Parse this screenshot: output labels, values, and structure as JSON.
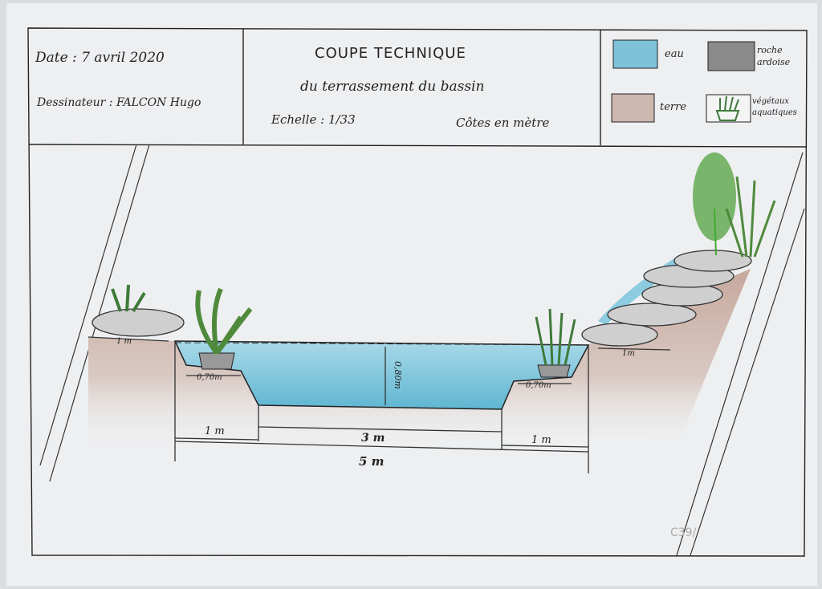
{
  "header": {
    "date_label": "Date : 7 avril 2020",
    "drawer_label": "Dessinateur : FALCON Hugo",
    "title_line1": "COUPE TECHNIQUE",
    "title_line2": "du terrassement du bassin",
    "scale_label": "Echelle : 1/33",
    "units_label": "Côtes en mètre"
  },
  "legend": {
    "items": [
      {
        "label": "eau",
        "color": "#7fc1d8"
      },
      {
        "label": "roche ardoise",
        "color": "#8a8a8a"
      },
      {
        "label": "terre",
        "color": "#cdb8b0"
      },
      {
        "label": "végétaux aquatiques",
        "color": "#3f7a3a"
      }
    ]
  },
  "diagram": {
    "dims": {
      "left_bank": "1 m",
      "right_bank": "1m",
      "left_shelf": "0,70m",
      "right_shelf": "0,70m",
      "depth": "0,80m",
      "left_width": "1 m",
      "center_width": "3 m",
      "right_width": "1 m",
      "total_width": "5 m"
    },
    "colors": {
      "water": "#7fc6dc",
      "earth": "#c9b0a6",
      "rock": "#c8c8c8",
      "plant": "#4f8a3c"
    },
    "pencil_note": "C39/"
  }
}
